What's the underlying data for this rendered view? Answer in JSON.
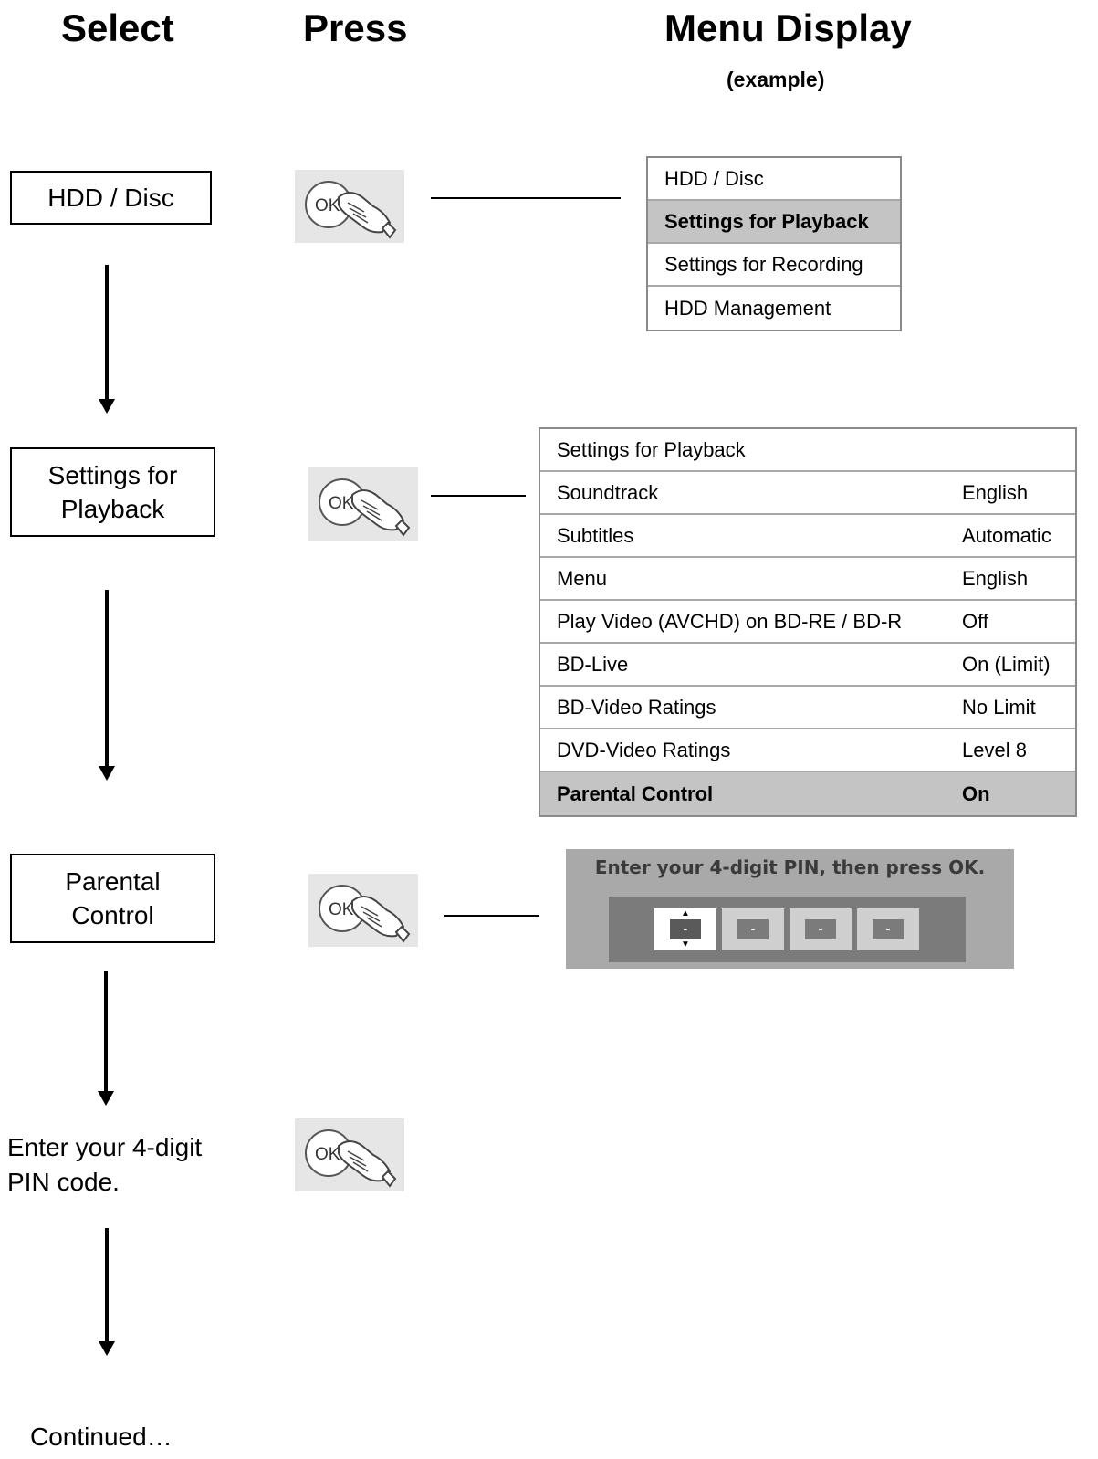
{
  "headers": {
    "select": "Select",
    "press": "Press",
    "menu_display": "Menu Display",
    "example": "(example)"
  },
  "steps": [
    {
      "label": "HDD / Disc"
    },
    {
      "label": "Settings for Playback"
    },
    {
      "label": "Parental Control"
    },
    {
      "label": "Enter your 4-digit PIN code."
    }
  ],
  "ok_button": {
    "label": "OK",
    "icon": "ok-hand-press-icon"
  },
  "menu1": {
    "items": [
      {
        "label": "HDD / Disc",
        "highlighted": false
      },
      {
        "label": "Settings for Playback",
        "highlighted": true
      },
      {
        "label": "Settings for Recording",
        "highlighted": false
      },
      {
        "label": "HDD Management",
        "highlighted": false
      }
    ]
  },
  "menu2": {
    "title": "Settings for Playback",
    "rows": [
      {
        "label": "Soundtrack",
        "value": "English",
        "highlighted": false
      },
      {
        "label": "Subtitles",
        "value": "Automatic",
        "highlighted": false
      },
      {
        "label": "Menu",
        "value": "English",
        "highlighted": false
      },
      {
        "label": "Play Video (AVCHD) on BD-RE / BD-R",
        "value": "Off",
        "highlighted": false
      },
      {
        "label": "BD-Live",
        "value": "On (Limit)",
        "highlighted": false
      },
      {
        "label": "BD-Video Ratings",
        "value": "No Limit",
        "highlighted": false
      },
      {
        "label": "DVD-Video Ratings",
        "value": "Level 8",
        "highlighted": false
      },
      {
        "label": "Parental Control",
        "value": "On",
        "highlighted": true
      }
    ]
  },
  "pin_dialog": {
    "prompt": "Enter your 4-digit PIN, then press OK.",
    "digits": [
      "-",
      "-",
      "-",
      "-"
    ],
    "active_index": 0
  },
  "footer": {
    "continued": "Continued…"
  },
  "colors": {
    "highlight": "#c4c4c4",
    "panel": "#a9a9a9",
    "panel_inner": "#7b7b7b"
  }
}
